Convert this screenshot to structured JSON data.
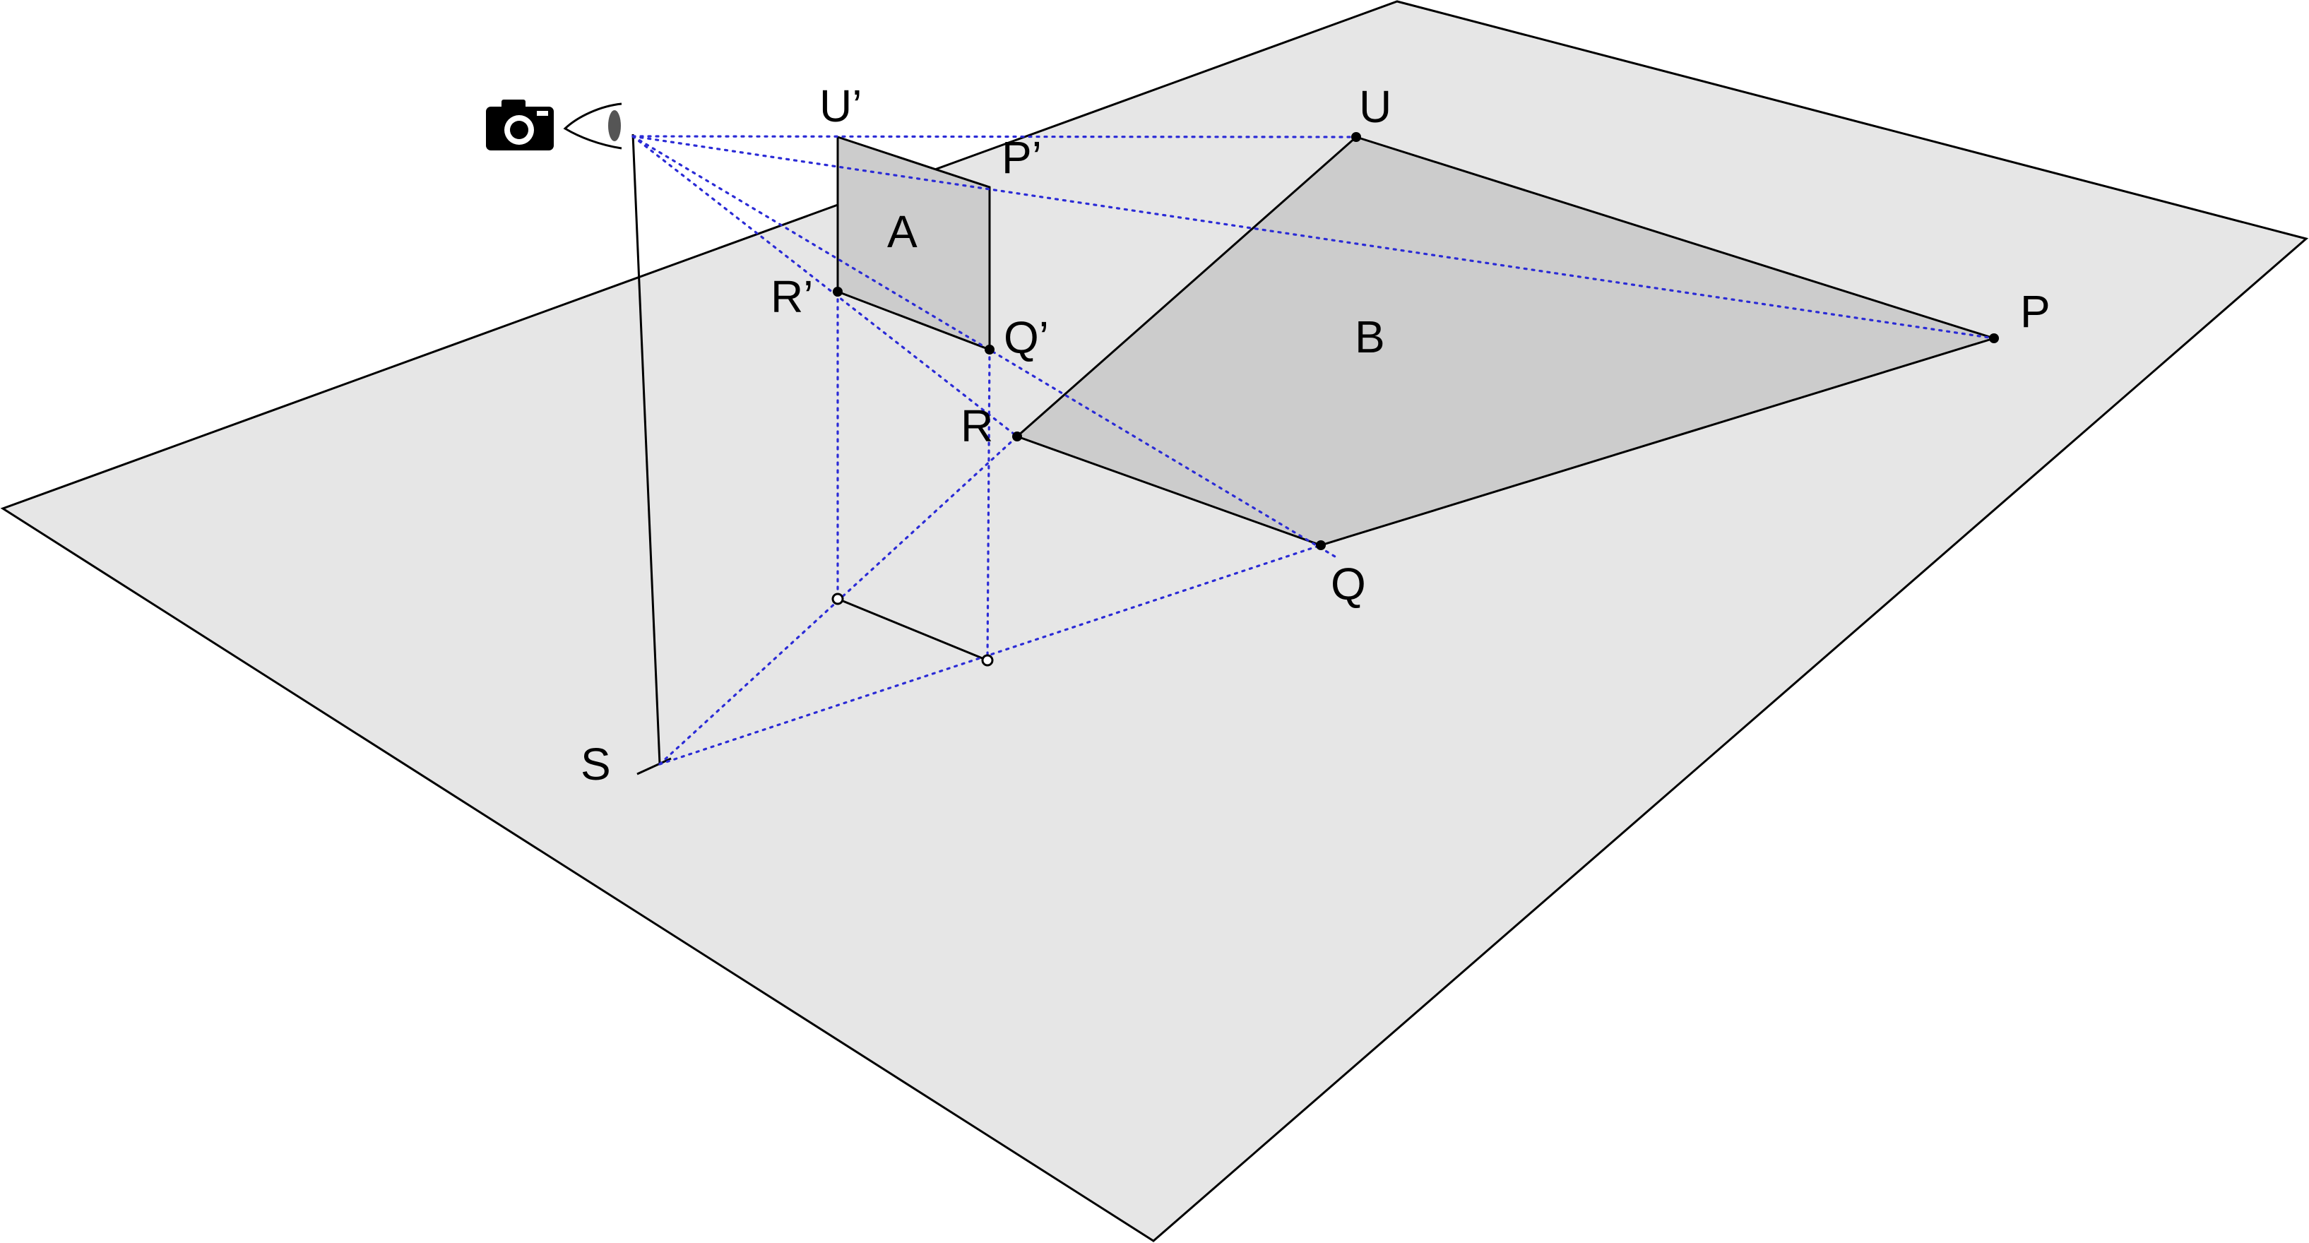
{
  "points": {
    "U": "U",
    "P": "P",
    "Q": "Q",
    "R": "R",
    "U_prime": "U’",
    "P_prime": "P’",
    "Q_prime": "Q’",
    "R_prime": "R’",
    "S": "S"
  },
  "regions": {
    "A": "A",
    "B": "B"
  },
  "icons": {
    "camera": "camera-icon",
    "eye": "eye-icon"
  },
  "colors": {
    "ground_plane": "#e6e6e6",
    "quadrilateral": "#cccccc",
    "projection_rays": "#2b2bd6",
    "outline": "#000000"
  }
}
